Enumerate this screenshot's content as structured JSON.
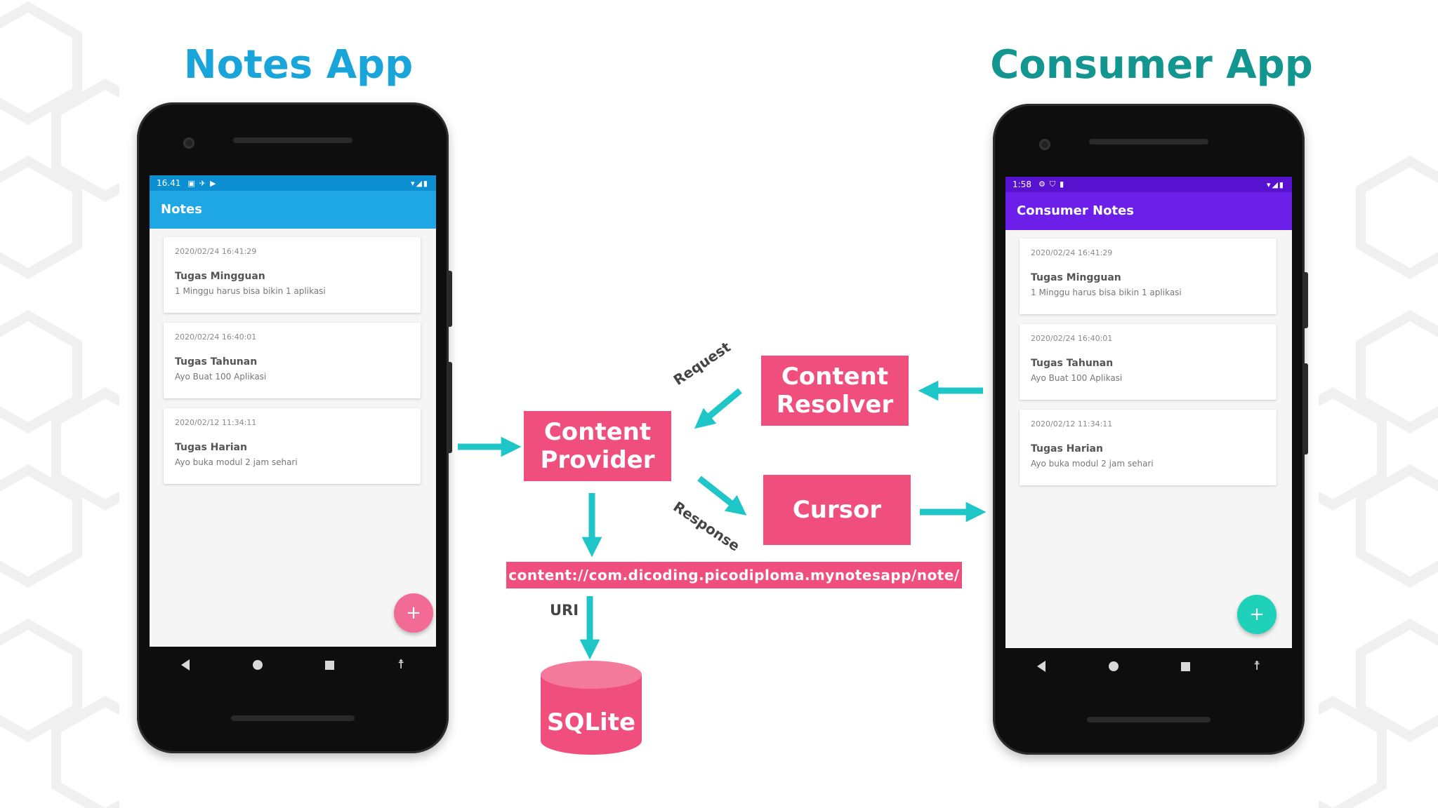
{
  "notes_app": {
    "title": "Notes App",
    "status_time": "16.41",
    "app_bar_title": "Notes",
    "fab_label": "+",
    "colors": {
      "app_bar": "#1ea6e5",
      "status_bar": "#0c8fd1",
      "fab": "#f26b96"
    },
    "notes": [
      {
        "date": "2020/02/24 16:41:29",
        "title": "Tugas Mingguan",
        "description": "1 Minggu harus bisa bikin 1 aplikasi"
      },
      {
        "date": "2020/02/24 16:40:01",
        "title": "Tugas Tahunan",
        "description": "Ayo Buat 100 Aplikasi"
      },
      {
        "date": "2020/02/12 11:34:11",
        "title": "Tugas Harian",
        "description": "Ayo buka modul 2 jam sehari"
      }
    ]
  },
  "consumer_app": {
    "title": "Consumer App",
    "status_time": "1:58",
    "app_bar_title": "Consumer Notes",
    "fab_label": "+",
    "colors": {
      "app_bar": "#6b1fe8",
      "status_bar": "#5712cf",
      "fab": "#1ed1b8"
    },
    "notes": [
      {
        "date": "2020/02/24 16:41:29",
        "title": "Tugas Mingguan",
        "description": "1 Minggu harus bisa bikin 1 aplikasi"
      },
      {
        "date": "2020/02/24 16:40:01",
        "title": "Tugas Tahunan",
        "description": "Ayo Buat 100 Aplikasi"
      },
      {
        "date": "2020/02/12 11:34:11",
        "title": "Tugas Harian",
        "description": "Ayo buka modul 2 jam sehari"
      }
    ]
  },
  "diagram": {
    "content_provider": "Content Provider",
    "content_resolver": "Content Resolver",
    "cursor": "Cursor",
    "request_label": "Request",
    "response_label": "Response",
    "uri_label": "URI",
    "uri": "content://com.dicoding.picodiploma.mynotesapp/note/",
    "database": "SQLite",
    "colors": {
      "box": "#f04e7c",
      "arrow": "#1ec6c8",
      "notes_title": "#1aa5da",
      "consumer_title": "#13968f"
    }
  }
}
